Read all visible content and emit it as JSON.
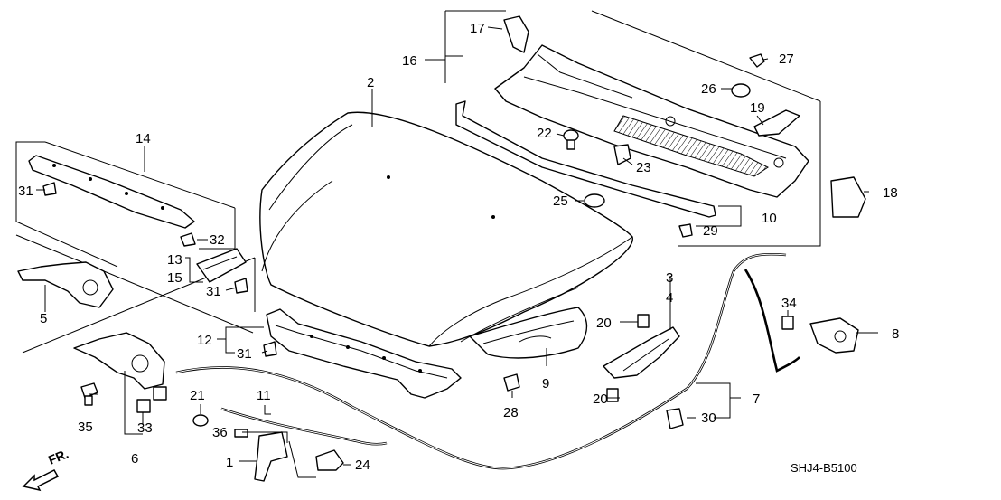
{
  "diagram": {
    "code": "SHJ4-B5100",
    "direction_label": "FR.",
    "callouts": {
      "p1": "1",
      "p2": "2",
      "p3": "3",
      "p4": "4",
      "p5": "5",
      "p6": "6",
      "p7": "7",
      "p8": "8",
      "p9": "9",
      "p10": "10",
      "p11": "11",
      "p12": "12",
      "p13": "13",
      "p14": "14",
      "p15": "15",
      "p16": "16",
      "p17": "17",
      "p18": "18",
      "p19": "19",
      "p20a": "20",
      "p20b": "20",
      "p21": "21",
      "p22": "22",
      "p23": "23",
      "p24": "24",
      "p25": "25",
      "p26": "26",
      "p27": "27",
      "p28": "28",
      "p29": "29",
      "p30": "30",
      "p31a": "31",
      "p31b": "31",
      "p31c": "31",
      "p32": "32",
      "p33": "33",
      "p34": "34",
      "p35": "35",
      "p36": "36"
    }
  }
}
